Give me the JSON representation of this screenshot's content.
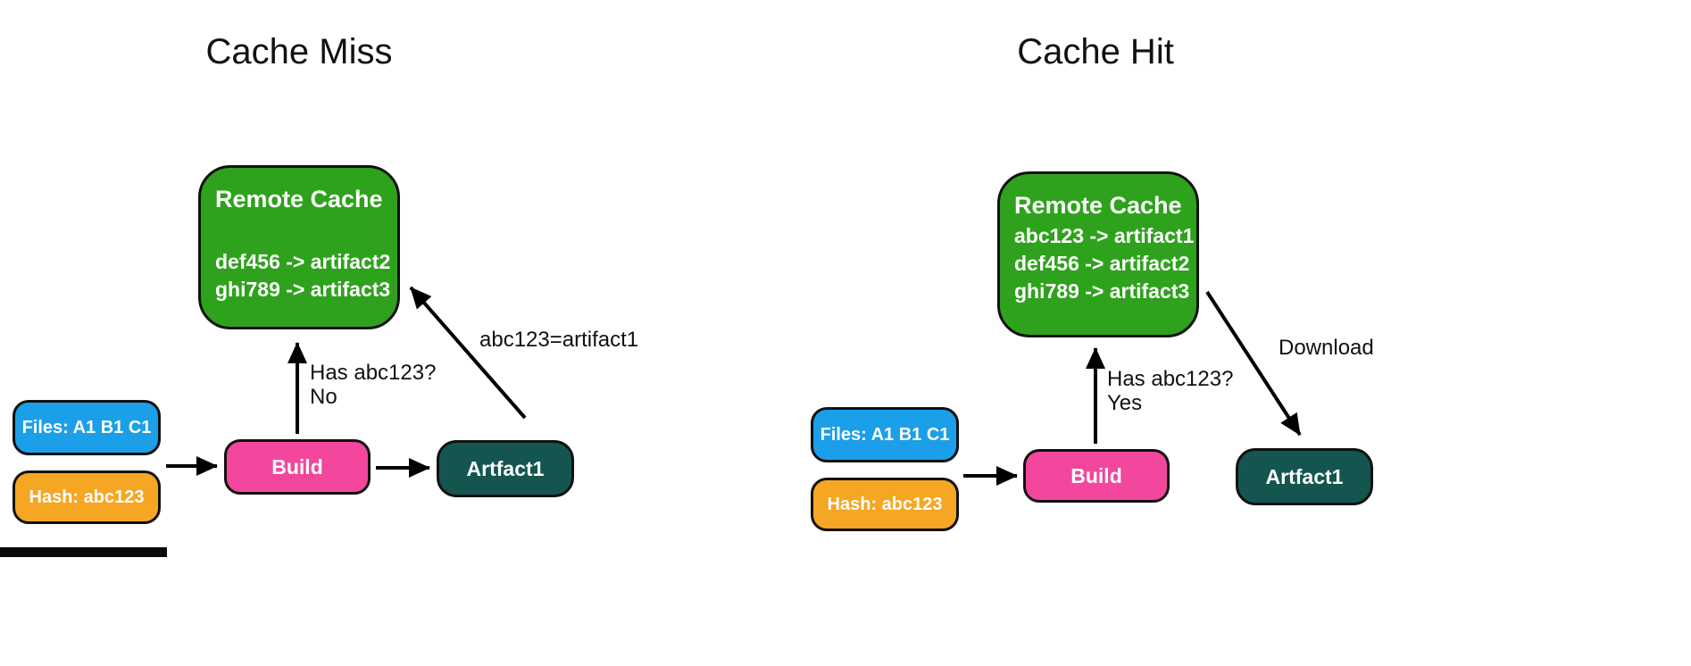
{
  "panels": [
    {
      "title": "Cache Miss",
      "remote_cache": {
        "title": "Remote Cache",
        "entries": [
          "def456 -> artifact2",
          "ghi789 -> artifact3"
        ]
      },
      "files": "Files: A1 B1 C1",
      "hash": "Hash: abc123",
      "build": "Build",
      "artifact": "Artfact1",
      "has_query": "Has abc123?",
      "has_answer": "No",
      "transfer_label": "abc123=artifact1"
    },
    {
      "title": "Cache Hit",
      "remote_cache": {
        "title": "Remote Cache",
        "entries": [
          "abc123 -> artifact1",
          "def456 -> artifact2",
          "ghi789 -> artifact3"
        ]
      },
      "files": "Files: A1 B1 C1",
      "hash": "Hash: abc123",
      "build": "Build",
      "artifact": "Artfact1",
      "has_query": "Has abc123?",
      "has_answer": "Yes",
      "transfer_label": "Download"
    }
  ],
  "colors": {
    "cache_green": "#2EA21C",
    "files_blue": "#1B9FE8",
    "hash_orange": "#F5A623",
    "build_pink": "#F2479C",
    "artifact_teal": "#14564F",
    "arrow_black": "#000000"
  }
}
